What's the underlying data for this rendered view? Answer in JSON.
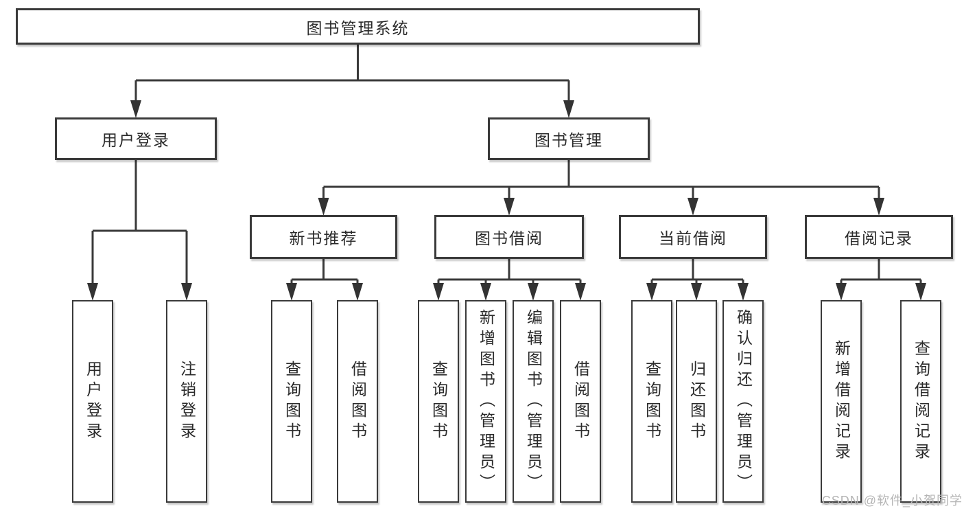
{
  "diagram": {
    "type": "hierarchy-tree",
    "tree": {
      "label": "图书管理系统",
      "children": [
        {
          "label": "用户登录",
          "children": [
            {
              "label": "用户登录"
            },
            {
              "label": "注销登录"
            }
          ]
        },
        {
          "label": "图书管理",
          "children": [
            {
              "label": "新书推荐",
              "children": [
                {
                  "label": "查询图书"
                },
                {
                  "label": "借阅图书"
                }
              ]
            },
            {
              "label": "图书借阅",
              "children": [
                {
                  "label": "查询图书"
                },
                {
                  "label": "新增图书（管理员）"
                },
                {
                  "label": "编辑图书（管理员）"
                },
                {
                  "label": "借阅图书"
                }
              ]
            },
            {
              "label": "当前借阅",
              "children": [
                {
                  "label": "查询图书"
                },
                {
                  "label": "归还图书"
                },
                {
                  "label": "确认归还（管理员）"
                }
              ]
            },
            {
              "label": "借阅记录",
              "children": [
                {
                  "label": "新增借阅记录"
                },
                {
                  "label": "查询借阅记录"
                }
              ]
            }
          ]
        }
      ]
    },
    "watermark": "CSDN @软件_小贺同学",
    "colors": {
      "line": "#3a3a3a",
      "box_border": "#3a3a3a",
      "box_fill": "#ffffff",
      "text": "#2b2b2b",
      "watermark": "#b5b5b5",
      "background": "#ffffff"
    }
  }
}
